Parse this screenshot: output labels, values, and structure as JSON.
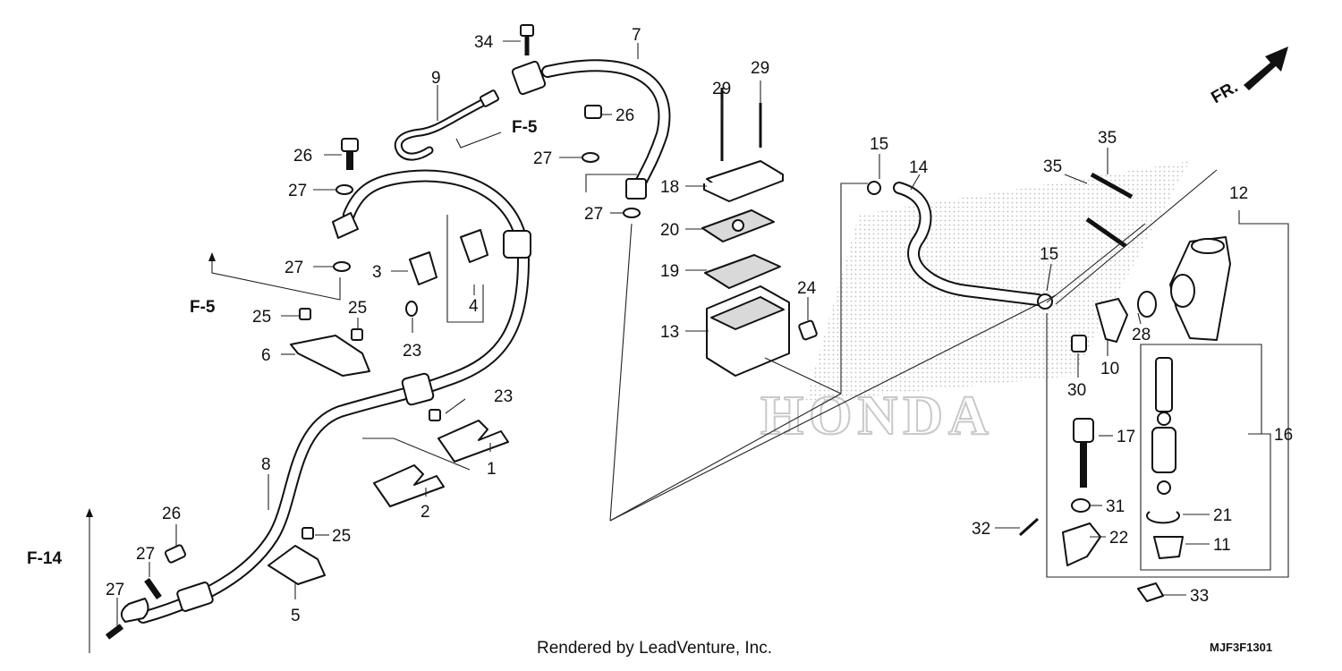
{
  "watermark_brand": "HONDA",
  "direction_label": "FR.",
  "footer_credit": "Rendered by LeadVenture, Inc.",
  "diagram_code": "MJF3F1301",
  "refs": {
    "f5": "F-5",
    "f14": "F-14"
  },
  "callouts": {
    "c34": "34",
    "c7": "7",
    "c9": "9",
    "c26a": "26",
    "c26b": "26",
    "c26c": "26",
    "c27a": "27",
    "c27b": "27",
    "c27c": "27",
    "c27d": "27",
    "c27e": "27",
    "c27f": "27",
    "c29a": "29",
    "c29b": "29",
    "c18": "18",
    "c20": "20",
    "c19": "19",
    "c13": "13",
    "c24": "24",
    "c15a": "15",
    "c15b": "15",
    "c14": "14",
    "c35a": "35",
    "c35b": "35",
    "c12": "12",
    "c28": "28",
    "c10": "10",
    "c30": "30",
    "c16": "16",
    "c17": "17",
    "c31": "31",
    "c21": "21",
    "c32": "32",
    "c22": "22",
    "c11": "11",
    "c33": "33",
    "c3": "3",
    "c4": "4",
    "c25a": "25",
    "c25b": "25",
    "c25c": "25",
    "c23a": "23",
    "c23b": "23",
    "c6": "6",
    "c1": "1",
    "c2": "2",
    "c8": "8",
    "c5": "5"
  }
}
